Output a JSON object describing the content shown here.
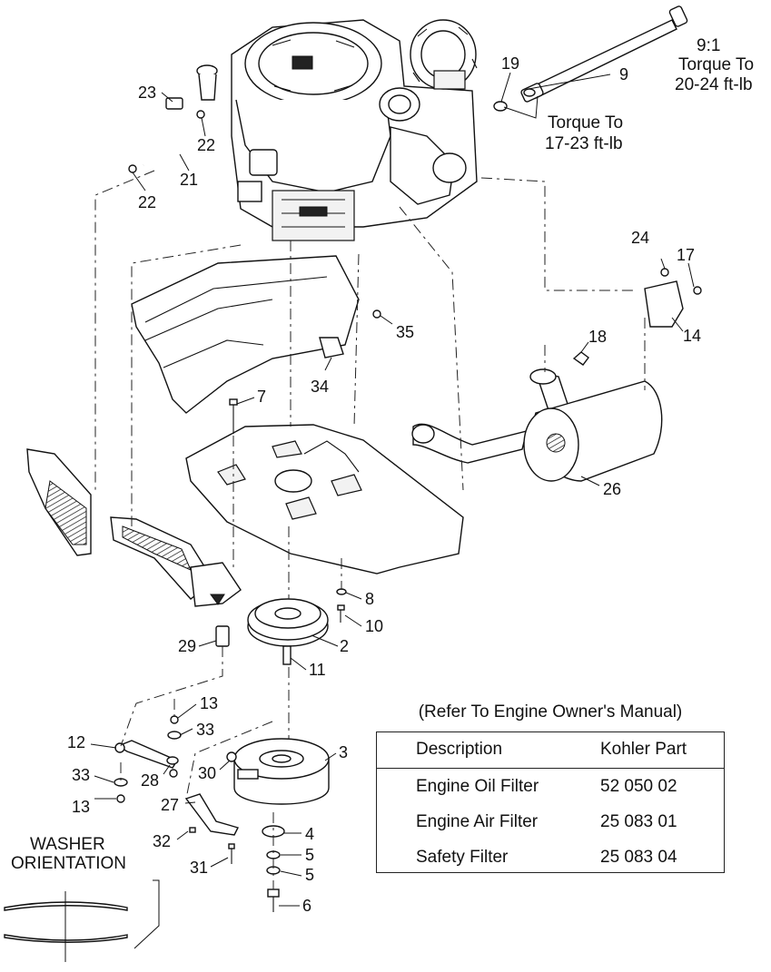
{
  "callouts": {
    "c1": "2",
    "c2": "3",
    "c3": "4",
    "c4": "5",
    "c5": "5",
    "c6": "6",
    "c7": "7",
    "c8": "8",
    "c9": "9",
    "c10": "10",
    "c11": "11",
    "c12": "12",
    "c13": "13",
    "c14": "13",
    "c15": "14",
    "c16": "17",
    "c17": "18",
    "c18": "19",
    "c19": "21",
    "c20": "22",
    "c21": "22",
    "c22": "23",
    "c23": "24",
    "c24": "26",
    "c25": "27",
    "c26": "28",
    "c27": "29",
    "c28": "30",
    "c29": "31",
    "c30": "32",
    "c31": "33",
    "c32": "33",
    "c33": "34",
    "c34": "35"
  },
  "notes": {
    "ratio": "9:1",
    "torque_upper_1": "Torque To",
    "torque_upper_2": "20-24 ft-lb",
    "torque_lower_1": "Torque To",
    "torque_lower_2": "17-23 ft-lb",
    "washer_1": "WASHER",
    "washer_2": "ORIENTATION"
  },
  "filter_table": {
    "caption": "(Refer To Engine Owner's Manual)",
    "headers": [
      "Description",
      "Kohler Part"
    ],
    "rows": [
      [
        "Engine Oil Filter",
        "52 050 02"
      ],
      [
        "Engine Air Filter",
        "25 083 01"
      ],
      [
        "Safety Filter",
        "25 083 04"
      ]
    ]
  }
}
